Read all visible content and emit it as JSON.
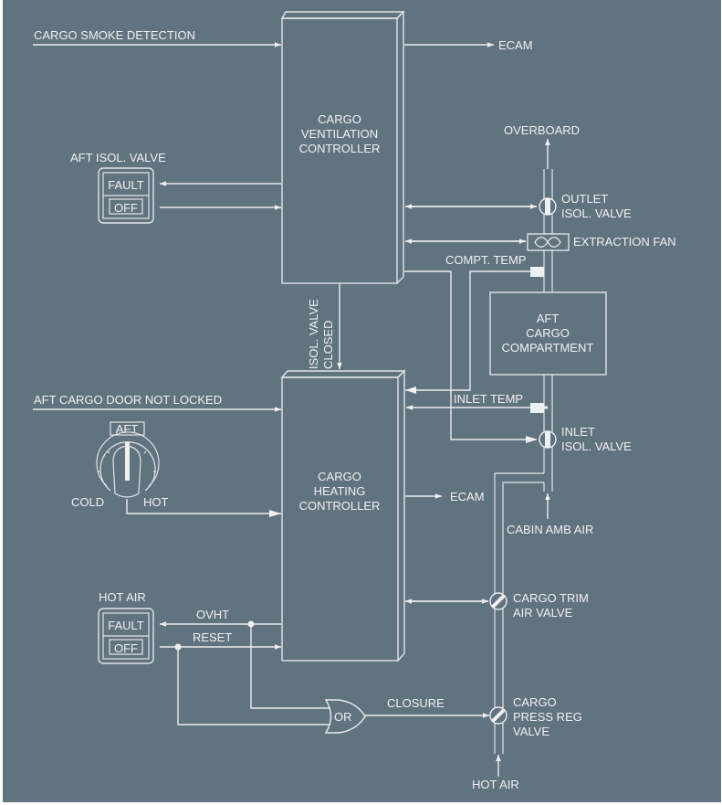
{
  "diagram": {
    "background_color": "#627380",
    "line_color": "#e8ecef",
    "inputs": {
      "cargo_smoke_detection": "CARGO SMOKE DETECTION",
      "aft_cargo_door_not_locked": "AFT CARGO DOOR NOT LOCKED"
    },
    "controllers": {
      "ventilation": [
        "CARGO",
        "VENTILATION",
        "CONTROLLER"
      ],
      "heating": [
        "CARGO",
        "HEATING",
        "CONTROLLER"
      ]
    },
    "outputs": {
      "ecam_top": "ECAM",
      "ecam_mid": "ECAM",
      "overboard": "OVERBOARD",
      "cabin_amb_air": "CABIN AMB AIR",
      "hot_air_supply": "HOT AIR"
    },
    "aft_isol_valve_pb": {
      "title": "AFT ISOL. VALVE",
      "upper_legend": "FAULT",
      "lower_legend": "OFF"
    },
    "hot_air_pb": {
      "title": "HOT AIR",
      "upper_legend": "FAULT",
      "lower_legend": "OFF"
    },
    "temp_selector": {
      "label": "AFT",
      "left_label": "COLD",
      "right_label": "HOT"
    },
    "components": {
      "outlet_isol_valve": [
        "OUTLET",
        "ISOL. VALVE"
      ],
      "extraction_fan": "EXTRACTION FAN",
      "compt_temp": "COMPT. TEMP",
      "aft_cargo_compartment": [
        "AFT",
        "CARGO",
        "COMPARTMENT"
      ],
      "inlet_temp": "INLET TEMP",
      "inlet_isol_valve": [
        "INLET",
        "ISOL. VALVE"
      ],
      "cargo_trim_air_valve": [
        "CARGO TRIM",
        "AIR VALVE"
      ],
      "cargo_press_reg_valve": [
        "CARGO",
        "PRESS REG",
        "VALVE"
      ]
    },
    "signals": {
      "isol_valve_closed": [
        "ISOL. VALVE",
        "CLOSED"
      ],
      "ovht": "OVHT",
      "reset": "RESET",
      "or_gate": "OR",
      "closure": "CLOSURE"
    }
  }
}
